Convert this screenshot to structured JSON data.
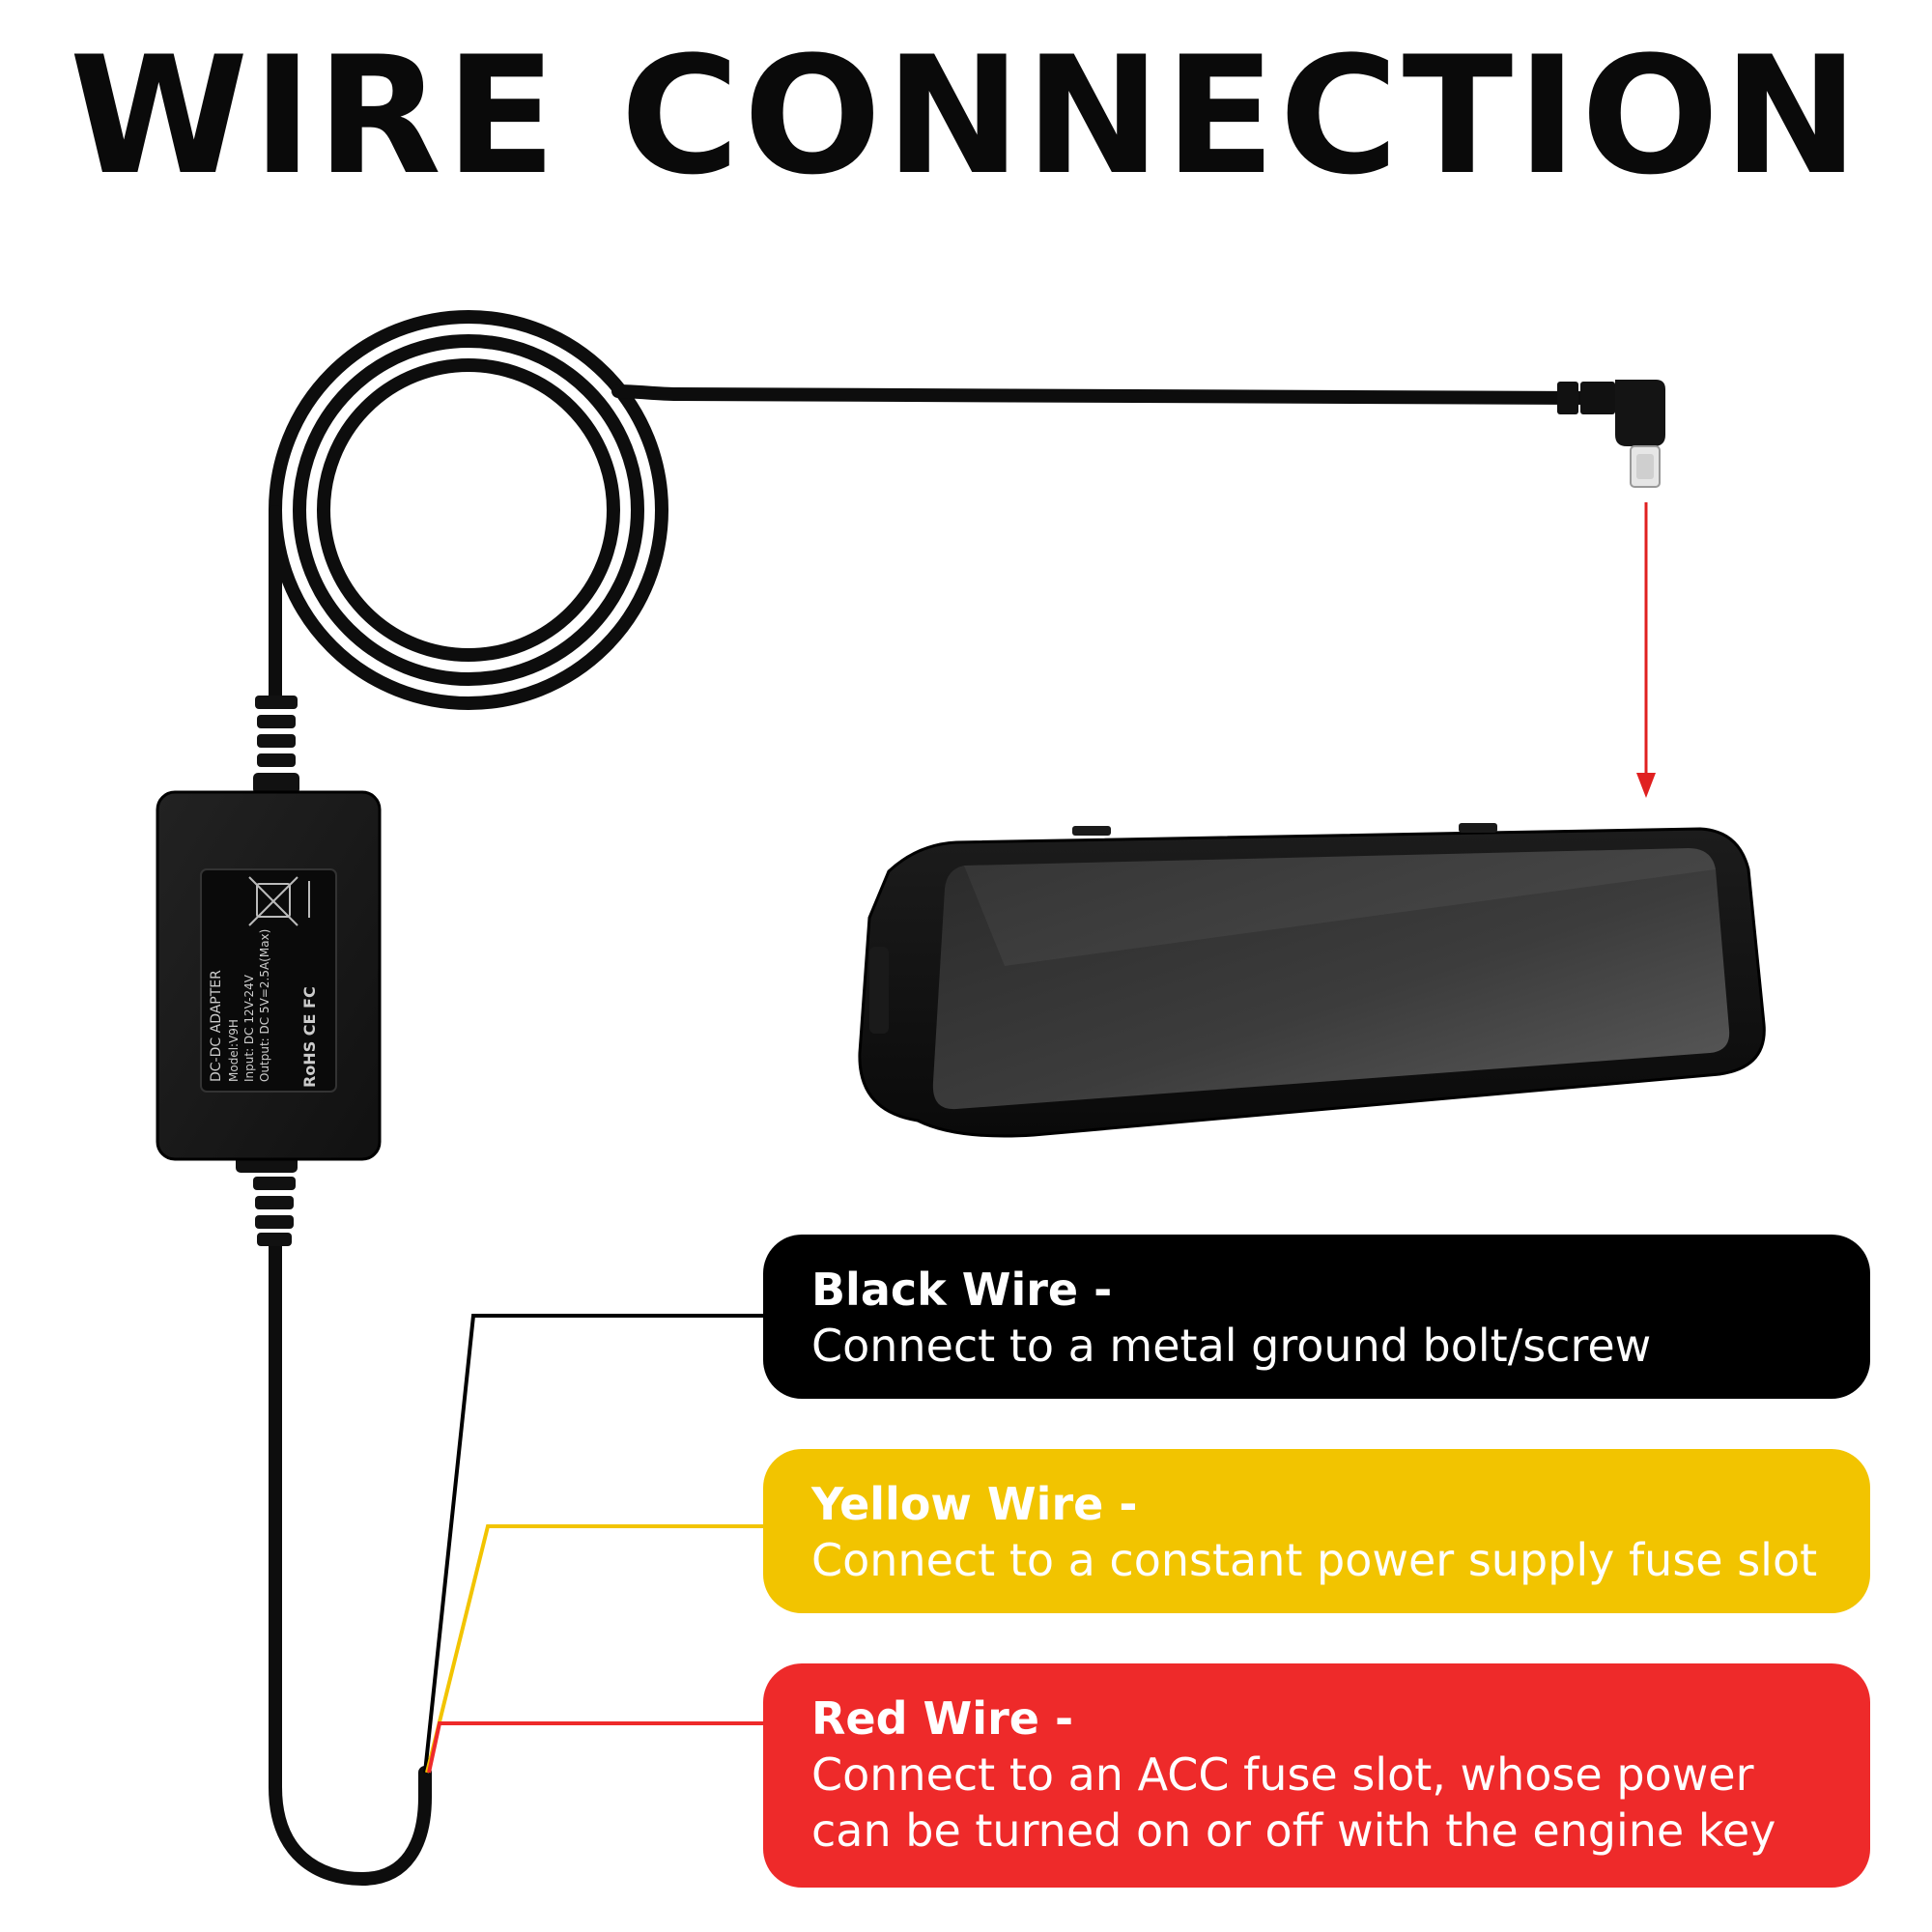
{
  "title": "WIRE CONNECTION",
  "adapter_label": {
    "line1": "DC-DC ADAPTER",
    "line2": "Model:V9H",
    "line3": "Input: DC 12V-24V",
    "line4": "Output: DC 5V=2.5A(Max)",
    "marks": "RoHS CE FC"
  },
  "wires": [
    {
      "heading": "Black Wire -",
      "lines": [
        "Connect to a metal ground bolt/screw"
      ],
      "color": "#000000"
    },
    {
      "heading": "Yellow Wire -",
      "lines": [
        "Connect to a constant power supply fuse slot"
      ],
      "color": "#f2c400"
    },
    {
      "heading": "Red Wire -",
      "lines": [
        "Connect to an ACC fuse slot, whose power",
        "can be turned on or off with the engine key"
      ],
      "color": "#ee2a2a"
    }
  ],
  "colors": {
    "arrow": "#e02020",
    "cable": "#0d0d0d",
    "cable_edge": "#ffffff"
  },
  "icons": {
    "connector": "usb-c-connector-icon",
    "adapter": "adapter-box-icon",
    "mirror": "mirror-dashcam-icon",
    "arrow": "arrow-down-icon"
  }
}
